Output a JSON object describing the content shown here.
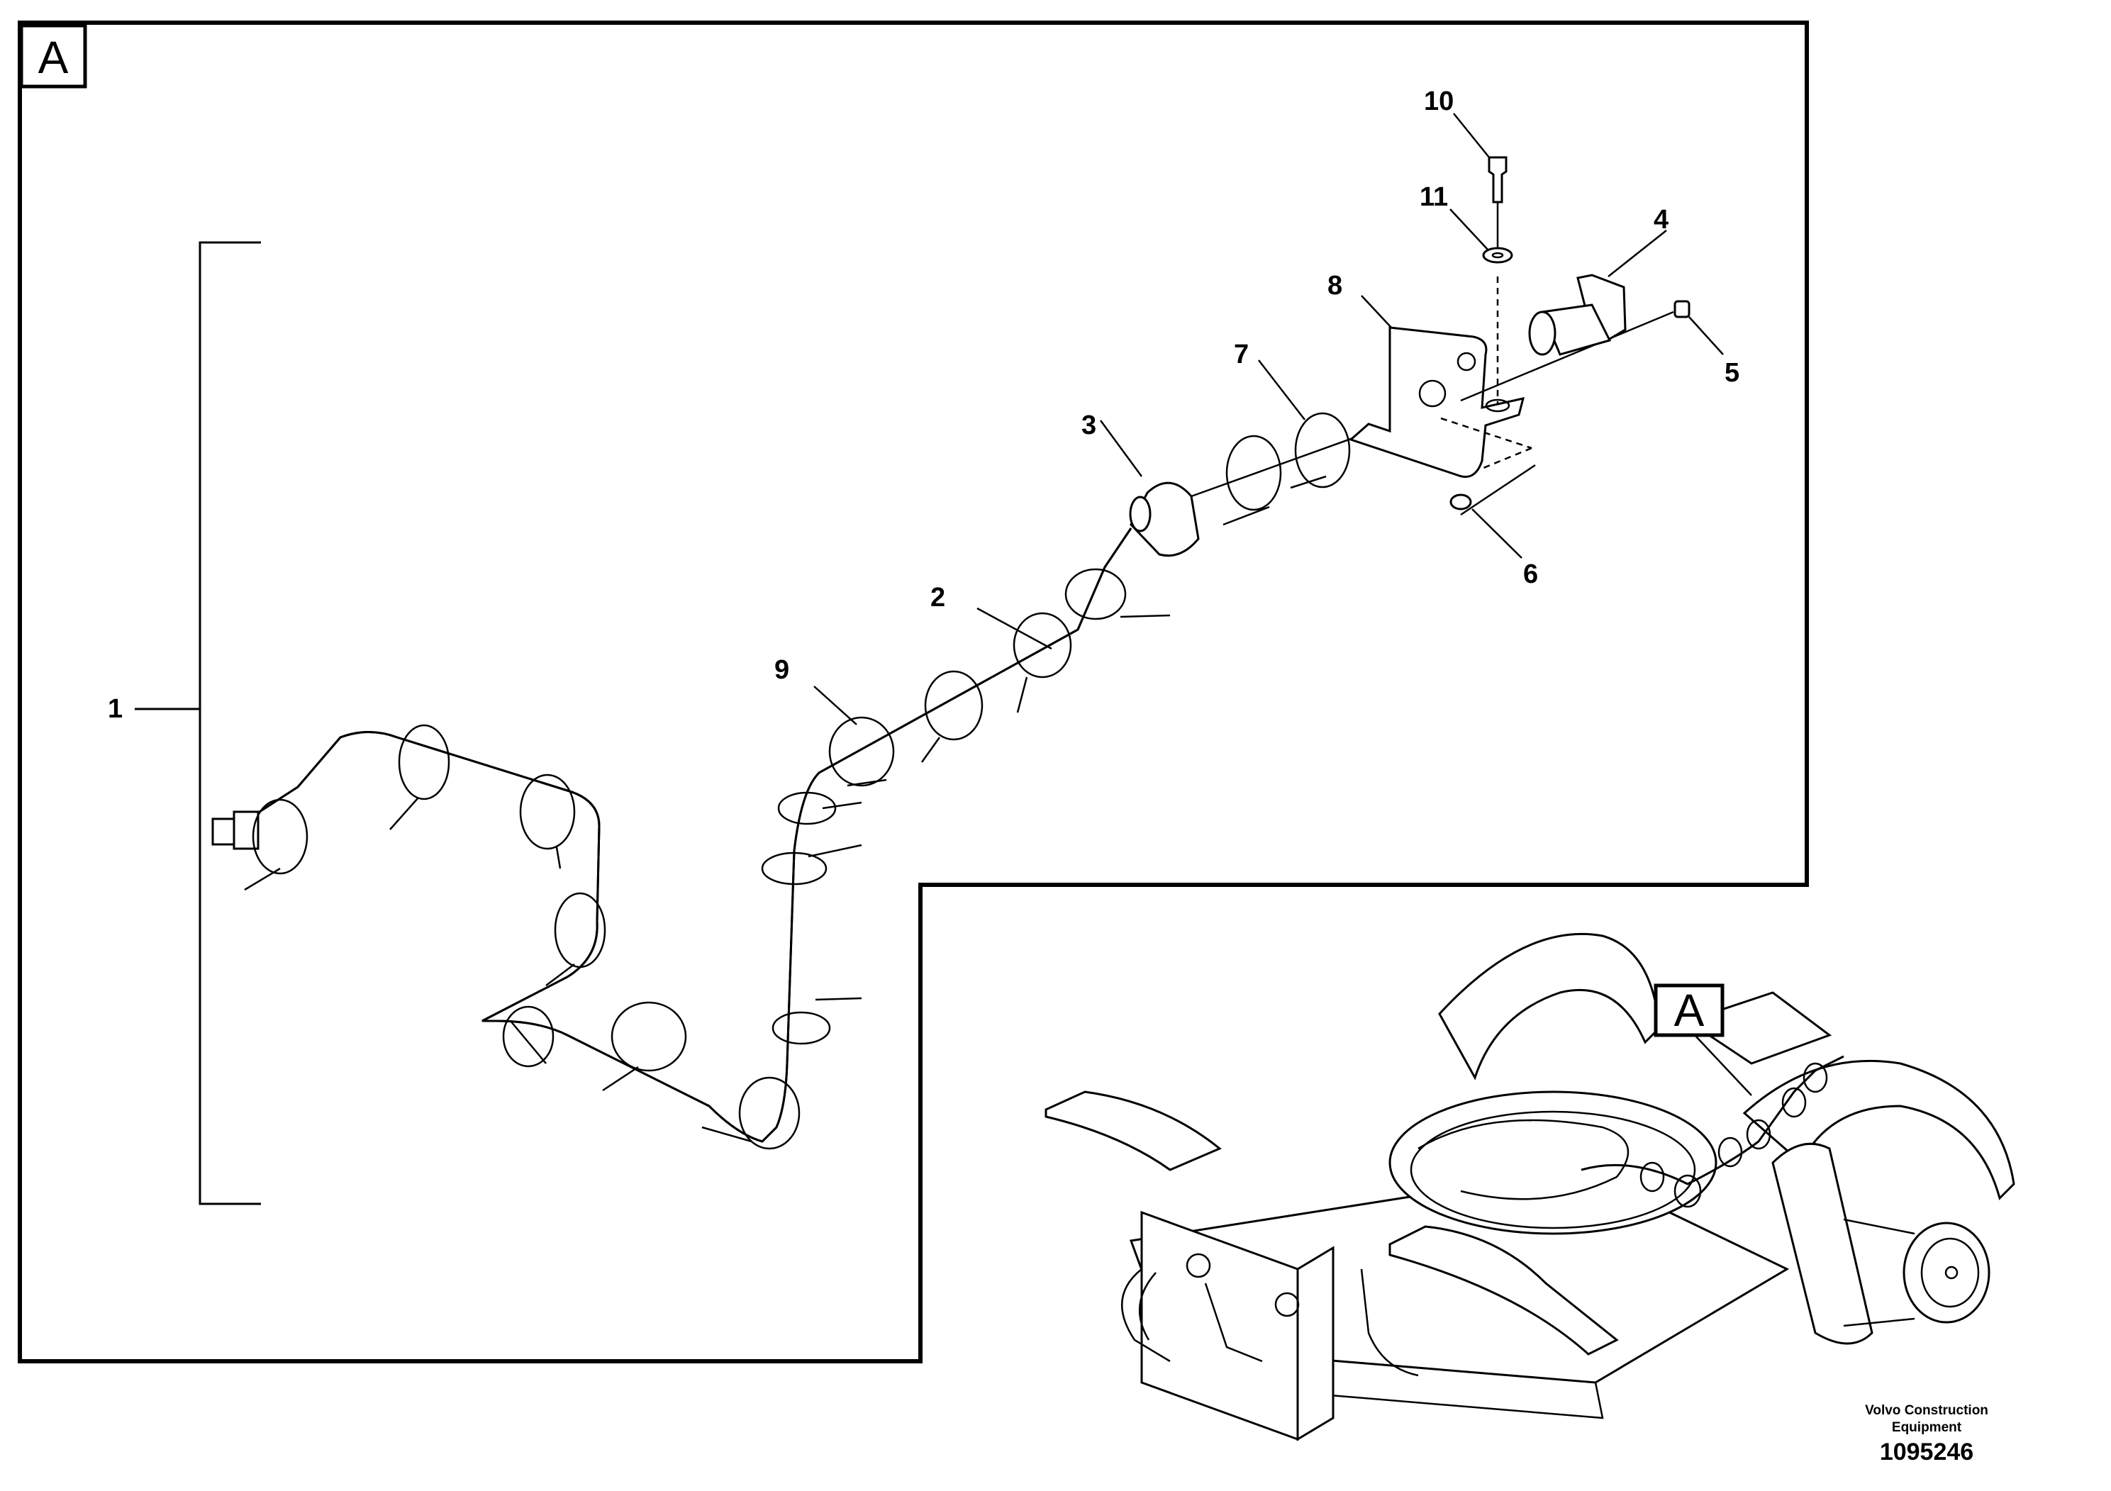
{
  "view_label": "A",
  "overview_label": "A",
  "callouts": {
    "c1": "1",
    "c2": "2",
    "c3": "3",
    "c4": "4",
    "c5": "5",
    "c6": "6",
    "c7": "7",
    "c8": "8",
    "c9": "9",
    "c10": "10",
    "c11": "11"
  },
  "credit": {
    "company_line1": "Volvo Construction",
    "company_line2": "Equipment",
    "drawing_number": "1095246"
  }
}
